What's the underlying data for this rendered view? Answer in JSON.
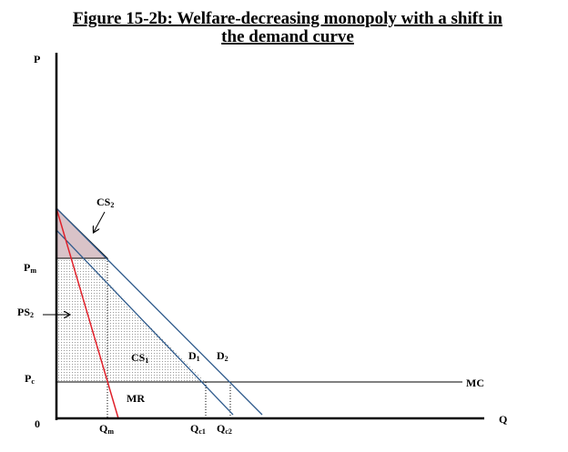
{
  "title": {
    "line1": "Figure 15-2b: Welfare-decreasing monopoly with a shift in",
    "line2": "the demand curve"
  },
  "axes": {
    "y_label": "P",
    "x_label": "Q",
    "origin_label": "0"
  },
  "price_labels": {
    "pm": {
      "base": "P",
      "sub": "m"
    },
    "pc": {
      "base": "P",
      "sub": "c"
    }
  },
  "quantity_labels": {
    "qm": {
      "base": "Q",
      "sub": "m"
    },
    "qc1": {
      "base": "Q",
      "sub": "c1"
    },
    "qc2": {
      "base": "Q",
      "sub": "c2"
    }
  },
  "curve_labels": {
    "d1": {
      "base": "D",
      "sub": "1"
    },
    "d2": {
      "base": "D",
      "sub": "2"
    },
    "mc": "MC",
    "mr": "MR"
  },
  "area_labels": {
    "cs2": {
      "base": "CS",
      "sub": "2"
    },
    "cs1": {
      "base": "CS",
      "sub": "1"
    },
    "ps2": {
      "base": "PS",
      "sub": "2"
    }
  },
  "colors": {
    "demand": "#2e5a8c",
    "mr": "#e0202a",
    "cs2_fill": "#d9c3c8",
    "axis": "#000000"
  }
}
